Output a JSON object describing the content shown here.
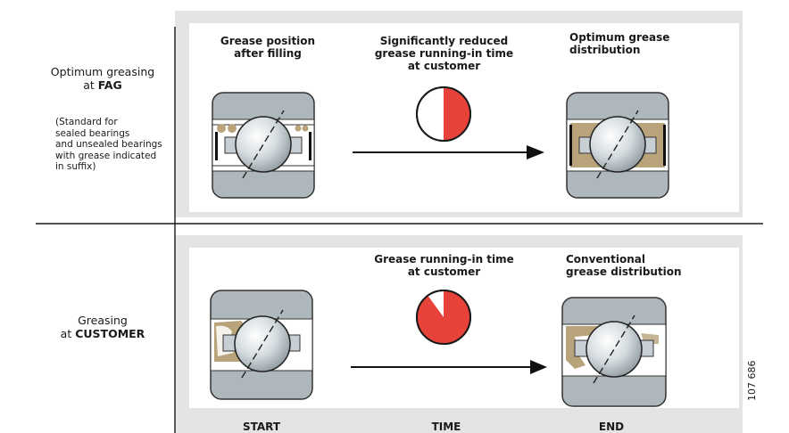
{
  "rows": [
    {
      "label_prefix": "Optimum greasing\nat ",
      "label_strong": "FAG",
      "note": "(Standard for\nsealed bearings\nand unsealed bearings\nwith grease indicated\nin suffix)",
      "start_caption": "Grease position\nafter filling",
      "time_caption": "Significantly reduced\ngrease running-in time\nat customer",
      "end_caption": "Optimum grease\ndistribution",
      "clock_fraction": 0.5
    },
    {
      "label_prefix": "Greasing\nat ",
      "label_strong": "CUSTOMER",
      "time_caption": "Grease running-in time\nat customer",
      "end_caption": "Conventional\ngrease distribution",
      "clock_fraction": 0.9
    }
  ],
  "footer": {
    "start": "START",
    "time": "TIME",
    "end": "END"
  },
  "figure_code": "107 686",
  "colors": {
    "panel": "#e6e6e6",
    "bearing": "#aeb7bb",
    "grease": "#b8a37a",
    "clock_red": "#e8433a",
    "ball": "#c7cfd4"
  }
}
